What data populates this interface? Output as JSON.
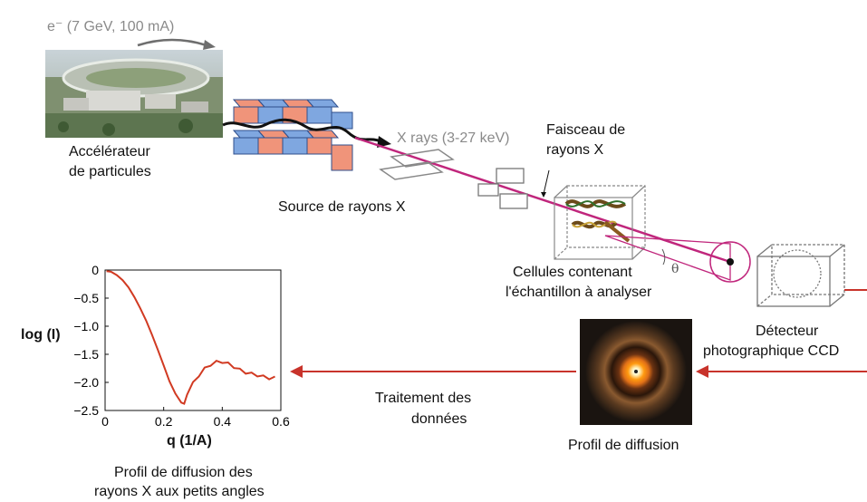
{
  "beam_label": "e⁻ (7 GeV, 100 mA)",
  "accelerator_label": [
    "Accélérateur",
    "de particules"
  ],
  "source_label": "Source de rayons X",
  "xrays_label": "X rays (3-27 keV)",
  "beam_x_label": [
    "Faisceau de",
    "rayons X"
  ],
  "cells_label": [
    "Cellules contenant",
    "l'échantillon à analyser"
  ],
  "theta_label": "θ",
  "detector_label": [
    "Détecteur",
    "photographique CCD"
  ],
  "scatter_profile_label": "Profil de diffusion",
  "processing_label": [
    "Traitement des",
    "données"
  ],
  "saxs_caption": [
    "Profil de diffusion des",
    "rayons X aux petits angles"
  ],
  "colors": {
    "beam": "#c0267c",
    "arrow": "#c8332b",
    "curve": "#d13a22",
    "magnet_blue": "#7fa7e0",
    "magnet_orange": "#f0947a"
  },
  "chart_data": {
    "type": "line",
    "xlabel": "q (1/A)",
    "ylabel": "log (I)",
    "xlim": [
      0,
      0.6
    ],
    "ylim": [
      -2.5,
      0
    ],
    "xticks": [
      "0",
      "0.2",
      "0.4",
      "0.6"
    ],
    "yticks": [
      "0",
      "−0.5",
      "−1.0",
      "−1.5",
      "−2.0",
      "−2.5"
    ],
    "series": [
      {
        "x": [
          0.005,
          0.02,
          0.04,
          0.06,
          0.08,
          0.1,
          0.12,
          0.14,
          0.16,
          0.18,
          0.2,
          0.22,
          0.24,
          0.26,
          0.27,
          0.28,
          0.3,
          0.32,
          0.34,
          0.36,
          0.38,
          0.4,
          0.42,
          0.44,
          0.46,
          0.48,
          0.5,
          0.52,
          0.54,
          0.56,
          0.58
        ],
        "y": [
          -0.02,
          -0.03,
          -0.09,
          -0.18,
          -0.31,
          -0.48,
          -0.68,
          -0.9,
          -1.15,
          -1.42,
          -1.7,
          -1.98,
          -2.2,
          -2.36,
          -2.38,
          -2.22,
          -2.02,
          -1.87,
          -1.76,
          -1.68,
          -1.64,
          -1.63,
          -1.67,
          -1.72,
          -1.78,
          -1.82,
          -1.85,
          -1.87,
          -1.9,
          -1.92,
          -1.92
        ]
      }
    ]
  }
}
